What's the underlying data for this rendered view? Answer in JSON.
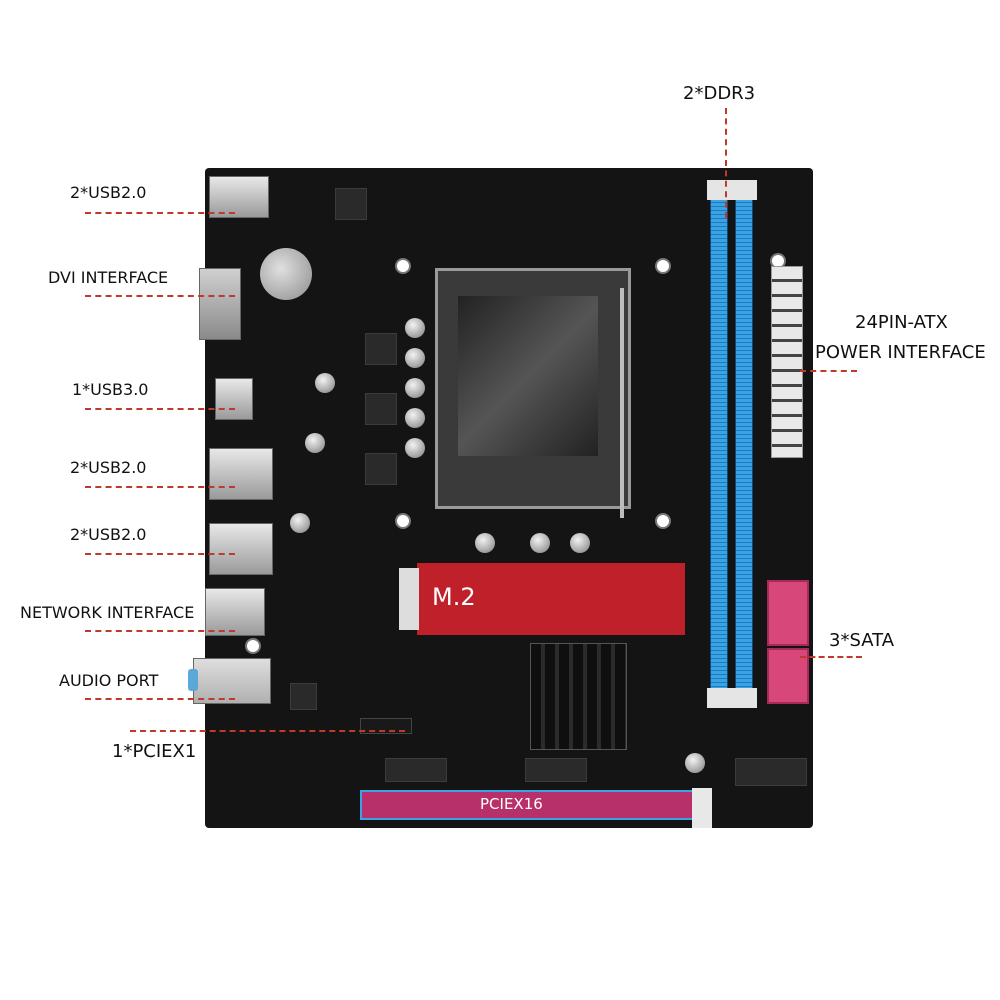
{
  "labels": {
    "usb20_top": "2*USB2.0",
    "dvi": "DVI INTERFACE",
    "usb30": "1*USB3.0",
    "usb20_mid": "2*USB2.0",
    "usb20_low": "2*USB2.0",
    "network": "NETWORK INTERFACE",
    "audio": "AUDIO PORT",
    "pciex1": "1*PCIEX1",
    "ddr3": "2*DDR3",
    "atx_line1": "24PIN-ATX",
    "atx_line2": "POWER INTERFACE",
    "sata": "3*SATA"
  },
  "board_labels": {
    "m2": "M.2",
    "pciex16": "PCIEX16"
  },
  "colors": {
    "pcb": "#141414",
    "dimm_slot": "#3aa3e6",
    "m2_highlight": "#c0202a",
    "pciex16_highlight": "#b8306a",
    "sata_port": "#d8477a",
    "leader_line": "#c0392b"
  }
}
